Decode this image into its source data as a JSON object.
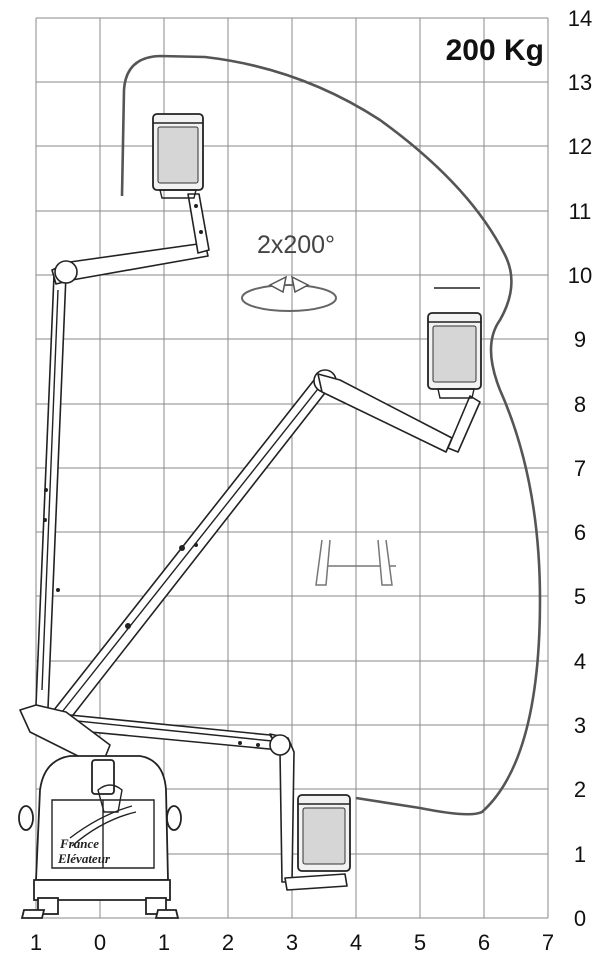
{
  "load_label": "200 Kg",
  "rotation_label": "2x200°",
  "brand": {
    "line1": "France",
    "line2": "Elévateur"
  },
  "axes": {
    "x_ticks": [
      "1",
      "0",
      "1",
      "2",
      "3",
      "4",
      "5",
      "6",
      "7"
    ],
    "y_ticks": [
      "0",
      "1",
      "2",
      "3",
      "4",
      "5",
      "6",
      "7",
      "8",
      "9",
      "10",
      "11",
      "12",
      "13",
      "14"
    ]
  },
  "icons": [
    "rotation-arrows-icon",
    "outrigger-icon"
  ],
  "colors": {
    "grid": "#8a8a8a",
    "envelope": "#555555",
    "ink": "#222222"
  }
}
